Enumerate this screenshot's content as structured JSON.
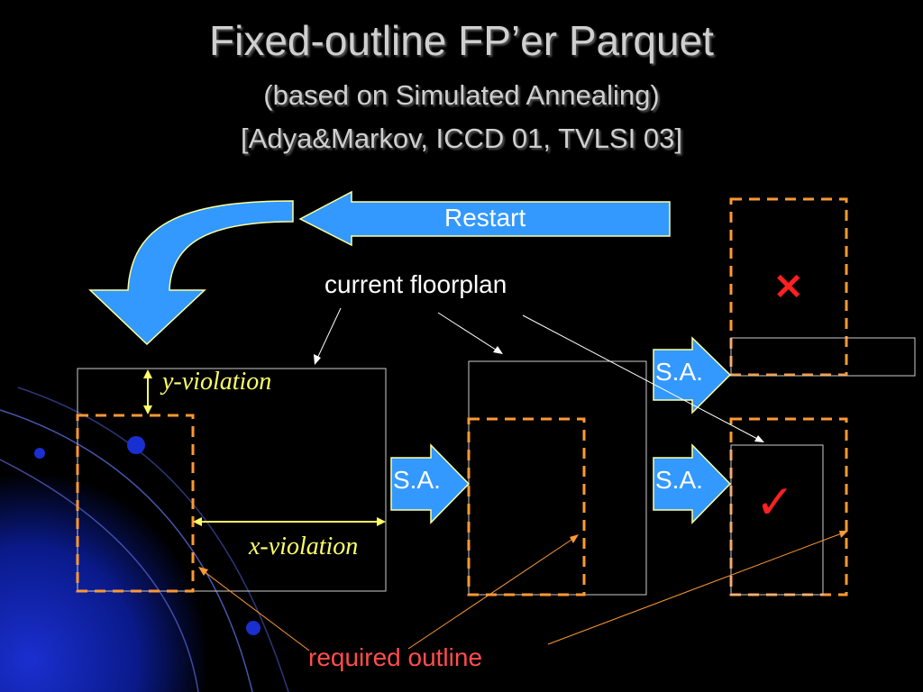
{
  "title": {
    "line1": "Fixed-outline FP’er Parquet",
    "line2": "(based on Simulated Annealing)",
    "line3": "[Adya&Markov, ICCD 01, TVLSI 03]"
  },
  "labels": {
    "restart": "Restart",
    "current_floorplan": "current floorplan",
    "sa": "S.A.",
    "y_violation": "y-violation",
    "x_violation": "x-violation",
    "required_outline": "required outline",
    "cross_mark": "✕",
    "check_mark": "✓"
  },
  "colors": {
    "background": "#000000",
    "arrow_fill": "#3399ff",
    "arrow_stroke": "#ffff99",
    "outline_dashed": "#ff9933",
    "floorplan_box": "#cccccc",
    "violation": "#ffff66",
    "required_outline_text": "#ff4d4d",
    "mark": "#ff2020",
    "decoration_blue": "#0a1a8a"
  }
}
